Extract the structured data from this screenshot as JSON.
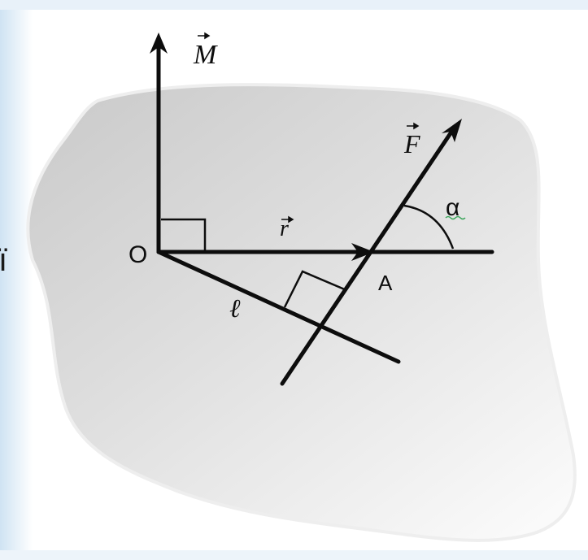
{
  "diagram": {
    "labels": {
      "moment": "M",
      "force": "F",
      "radius": "r",
      "origin": "O",
      "point": "A",
      "lever_arm": "ℓ",
      "angle": "α"
    },
    "edge_fragment": "ї"
  },
  "colors": {
    "body_fill": "#d9d9d9",
    "body_fill_light": "#f7f7f7",
    "body_outline": "#f2f2f2",
    "line": "#0d0d0d",
    "frame_blue": "#dcebf7",
    "squiggle": "#3aa55a"
  }
}
